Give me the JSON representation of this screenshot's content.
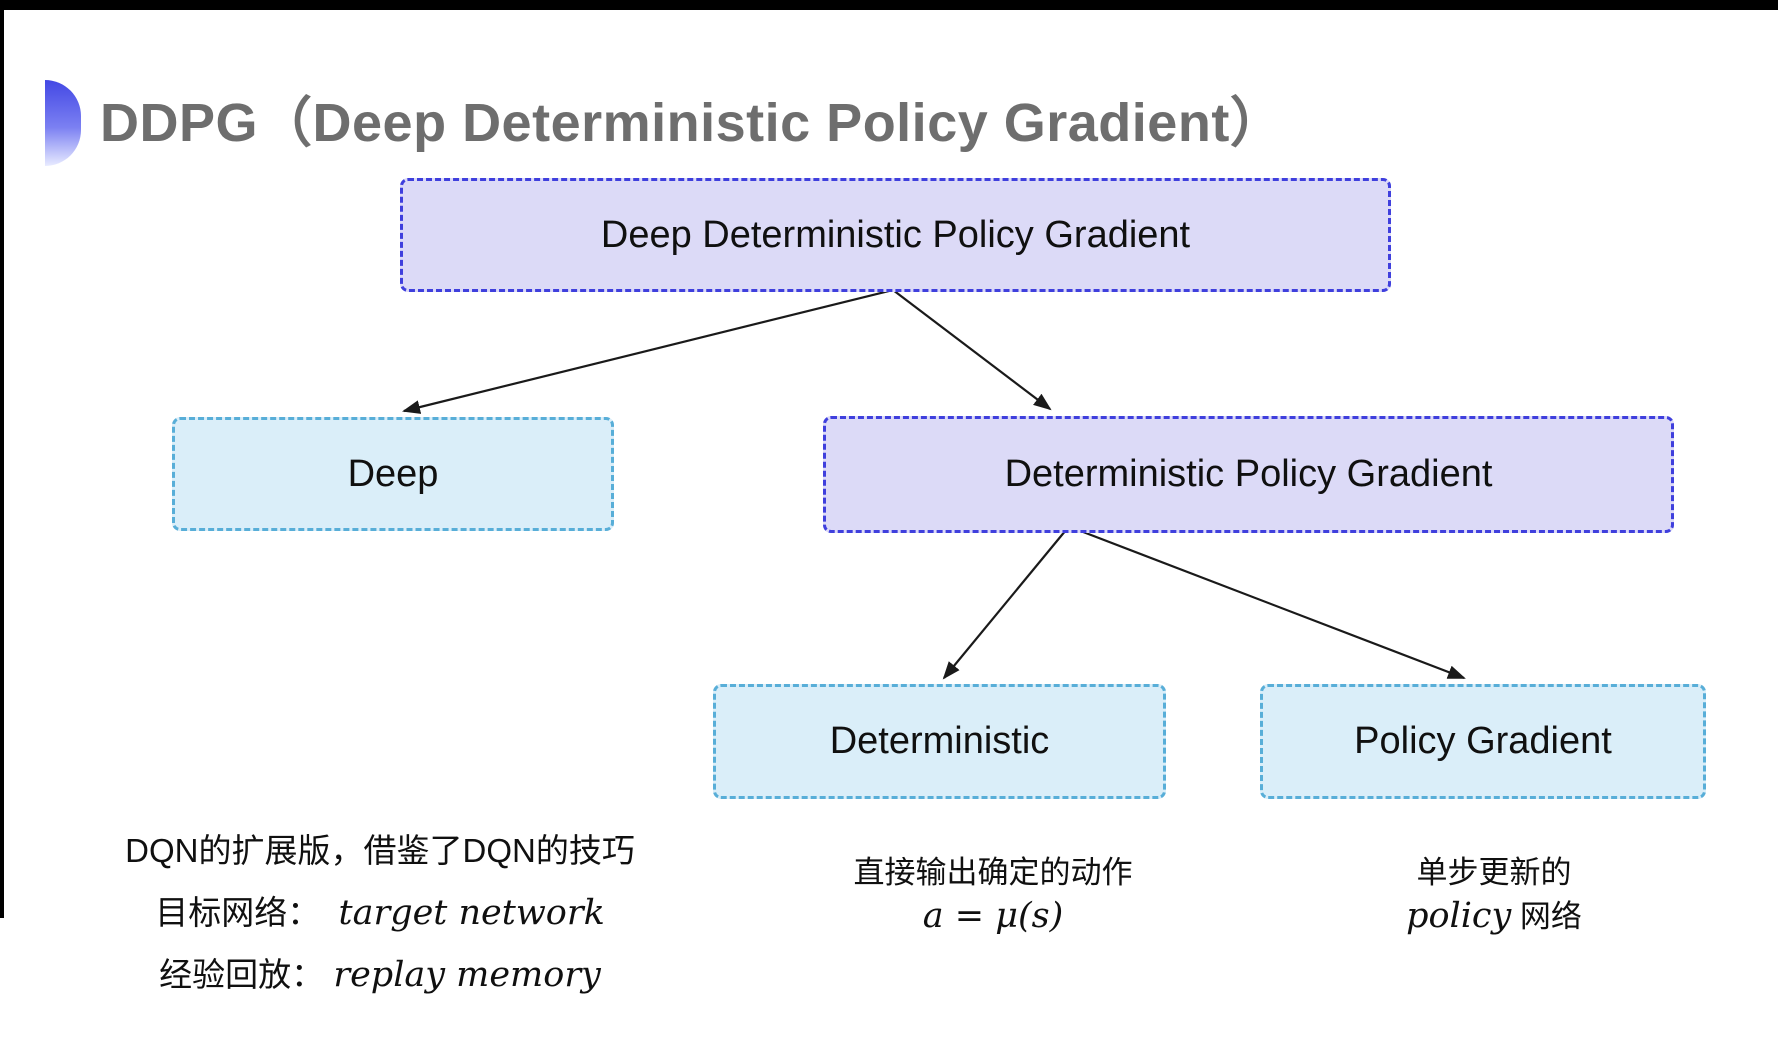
{
  "header": {
    "title": "DDPG（Deep Deterministic Policy Gradient）",
    "title_color": "#6e6e6e",
    "bullet_gradient_top": "#4348e4",
    "bullet_gradient_bottom": "#e8ebff"
  },
  "colors": {
    "purple_fill": "#dcdaf7",
    "purple_border": "#3f3fdd",
    "cyan_fill": "#daeef9",
    "cyan_border": "#58aed8",
    "arrow": "#1a1a1a",
    "background": "#ffffff"
  },
  "tree": {
    "nodes": [
      {
        "id": "root",
        "label": "Deep Deterministic Policy Gradient",
        "variant": "purple"
      },
      {
        "id": "deep",
        "label": "Deep",
        "variant": "cyan"
      },
      {
        "id": "dpg",
        "label": "Deterministic Policy Gradient",
        "variant": "purple"
      },
      {
        "id": "deterministic",
        "label": "Deterministic",
        "variant": "cyan"
      },
      {
        "id": "policy-gradient",
        "label": "Policy Gradient",
        "variant": "cyan"
      }
    ],
    "edges": [
      {
        "from": "root",
        "to": "deep"
      },
      {
        "from": "root",
        "to": "dpg"
      },
      {
        "from": "dpg",
        "to": "deterministic"
      },
      {
        "from": "dpg",
        "to": "policy-gradient"
      }
    ]
  },
  "notes": {
    "deep": {
      "line1": "DQN的扩展版，借鉴了DQN的技巧",
      "line2_zh": "目标网络：",
      "line2_en": "target network",
      "line3_zh": "经验回放：",
      "line3_en": "replay memory"
    },
    "deterministic": {
      "line1": "直接输出确定的动作",
      "formula": "a = μ(s)"
    },
    "policy_gradient": {
      "line1": "单步更新的",
      "line2_en": "policy",
      "line2_zh": " 网络"
    }
  }
}
